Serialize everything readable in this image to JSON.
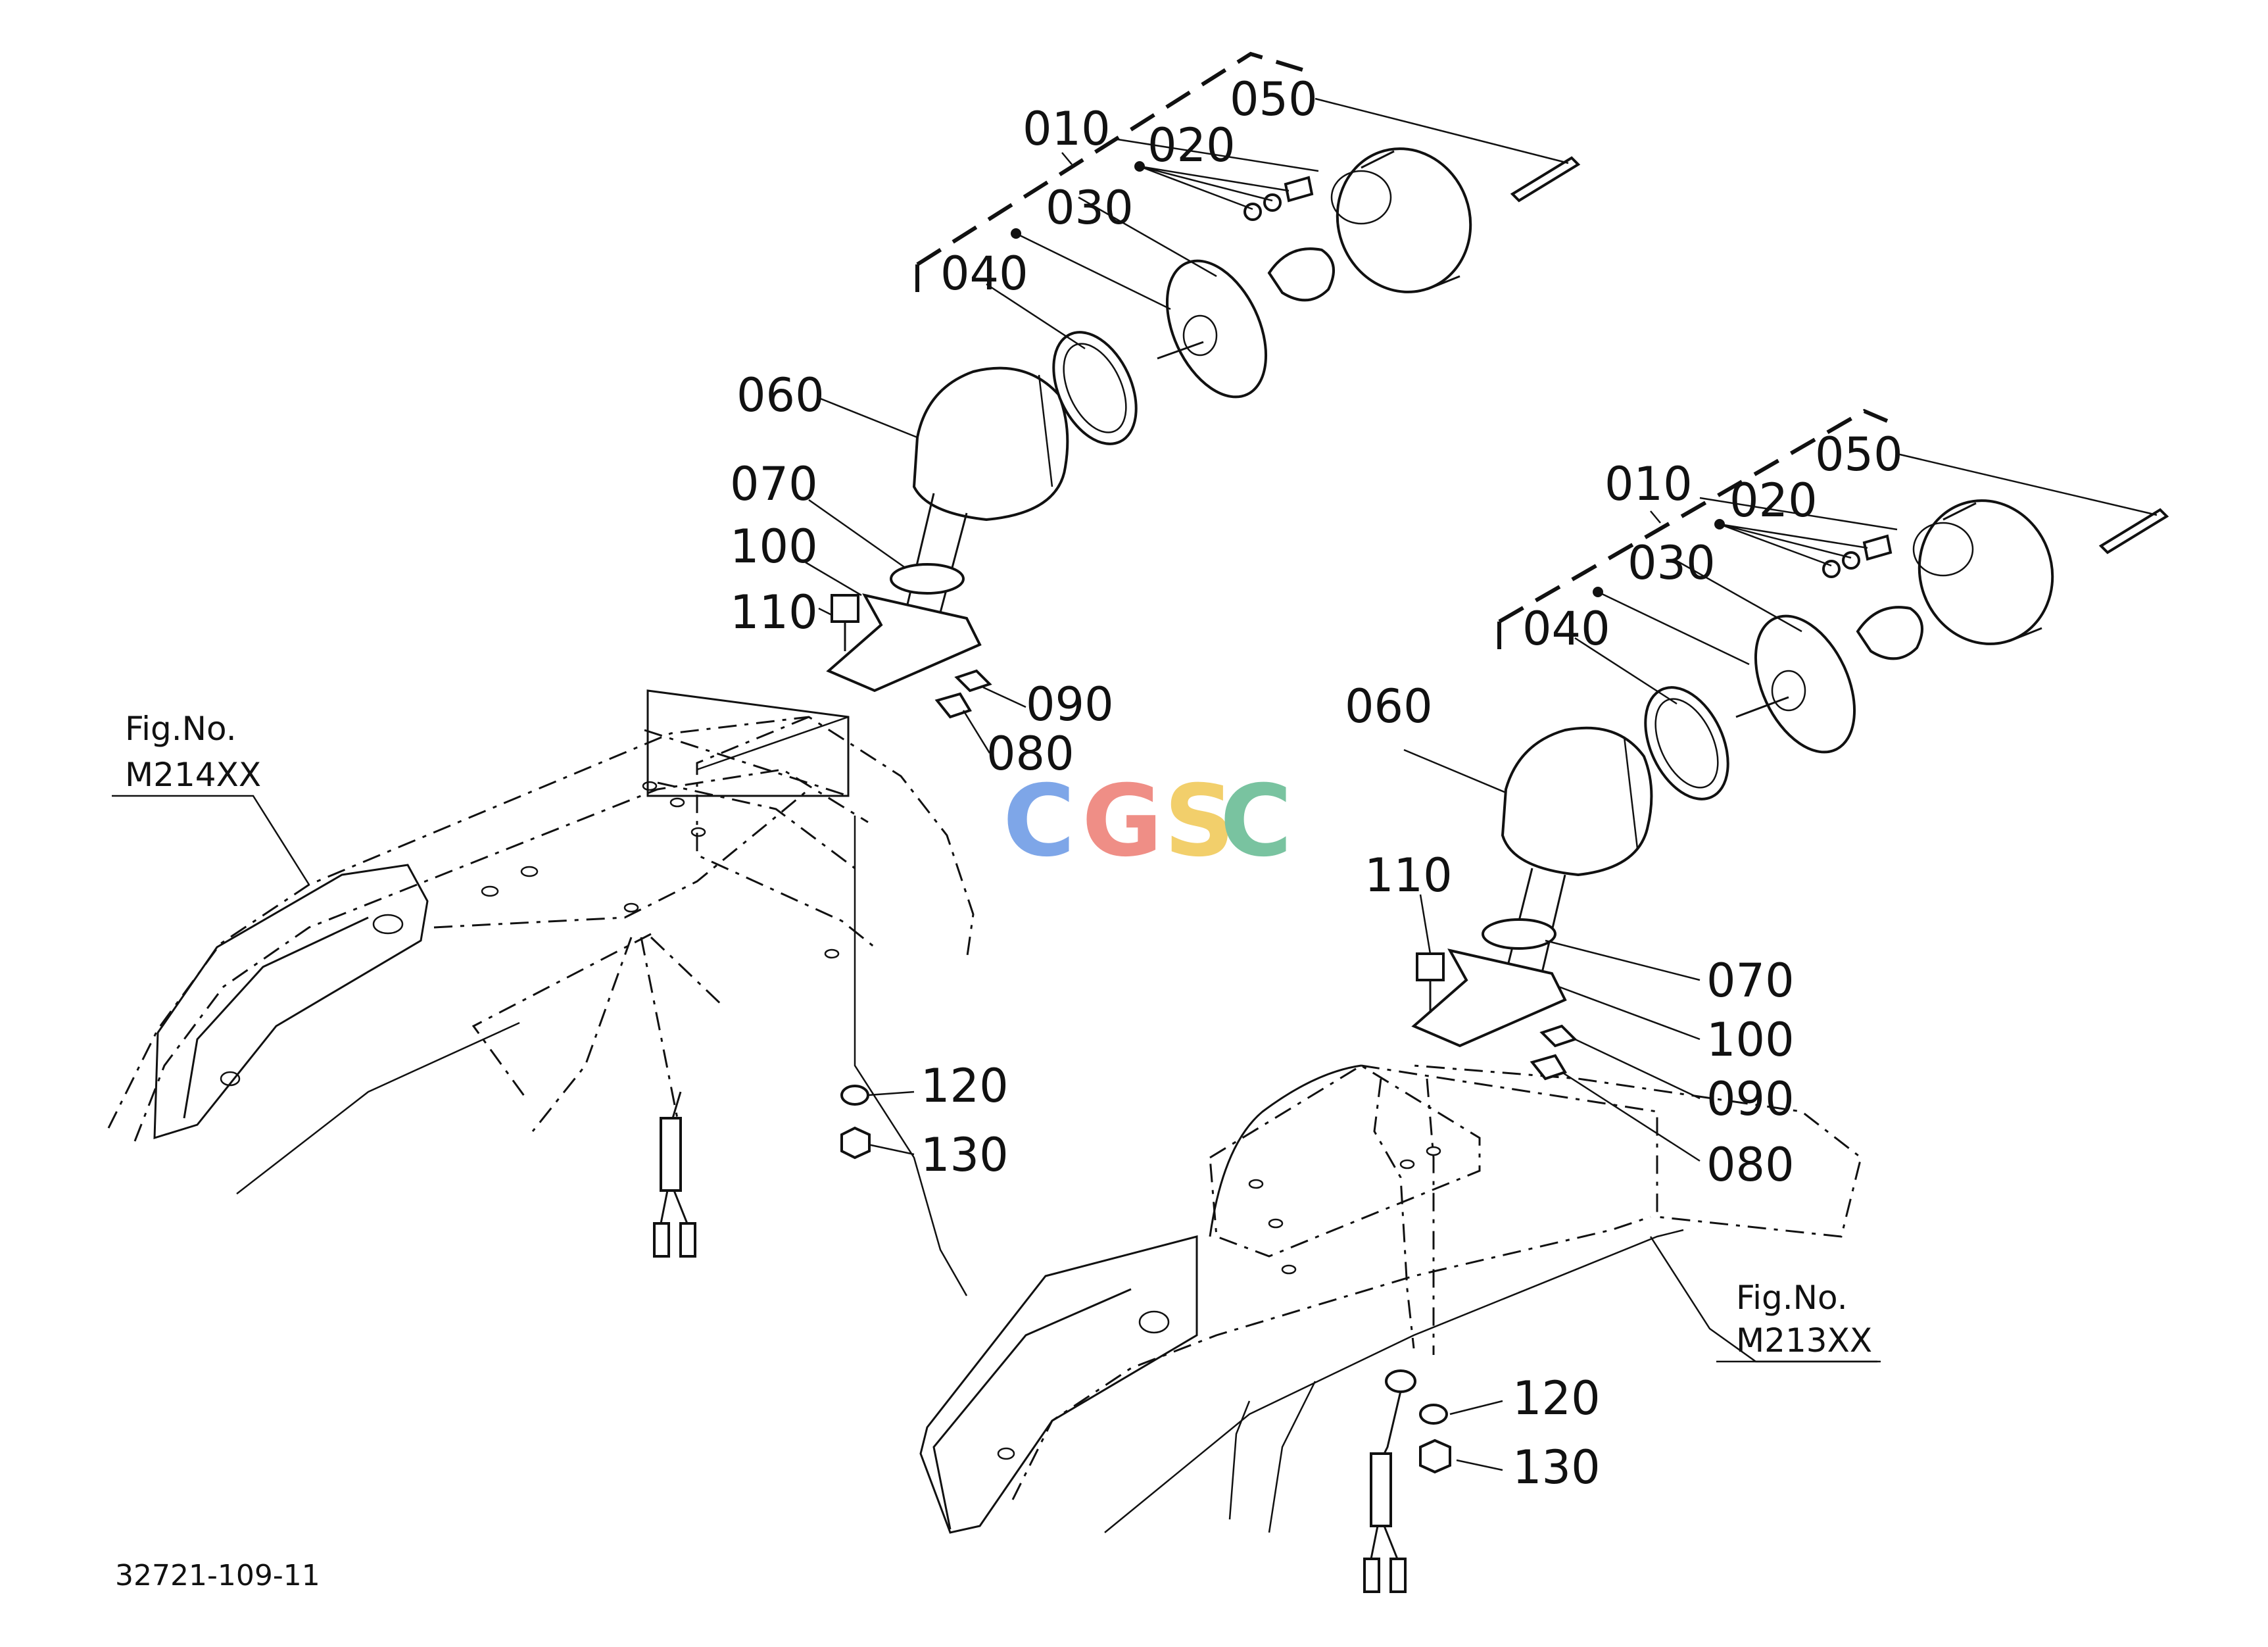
{
  "watermark": {
    "letters": [
      "C",
      "G",
      "S",
      "C"
    ],
    "colors": [
      "#7ea6e8",
      "#ef8e86",
      "#f2cf6b",
      "#79c3a0"
    ]
  },
  "left_assembly": {
    "figure_ref": {
      "label": "Fig.No.",
      "number": "M214XX"
    },
    "callouts": {
      "c010": "010",
      "c020": "020",
      "c030": "030",
      "c040": "040",
      "c050": "050",
      "c060": "060",
      "c070": "070",
      "c080": "080",
      "c090": "090",
      "c100": "100",
      "c110": "110",
      "c120": "120",
      "c130": "130"
    }
  },
  "right_assembly": {
    "figure_ref": {
      "label": "Fig.No.",
      "number": "M213XX"
    },
    "callouts": {
      "c010": "010",
      "c020": "020",
      "c030": "030",
      "c040": "040",
      "c050": "050",
      "c060": "060",
      "c070": "070",
      "c080": "080",
      "c090": "090",
      "c100": "100",
      "c110": "110",
      "c120": "120",
      "c130": "130"
    }
  },
  "drawing_code": "32721-109-11"
}
